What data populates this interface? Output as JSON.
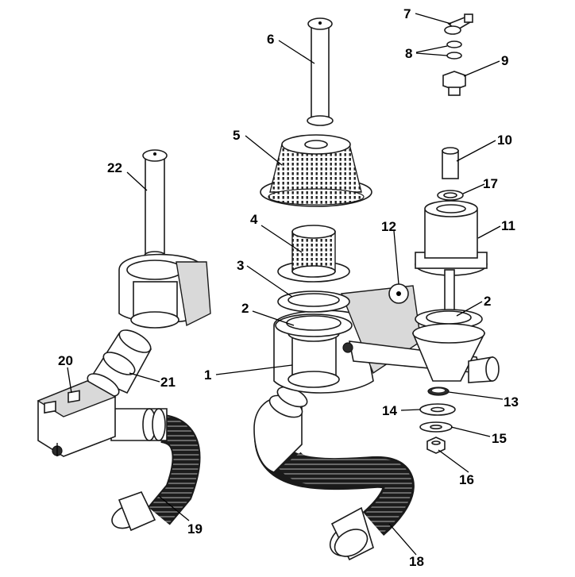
{
  "callouts": [
    "1",
    "2",
    "2",
    "3",
    "4",
    "5",
    "6",
    "7",
    "8",
    "9",
    "10",
    "11",
    "12",
    "13",
    "14",
    "15",
    "16",
    "17",
    "18",
    "19",
    "20",
    "21",
    "22"
  ]
}
